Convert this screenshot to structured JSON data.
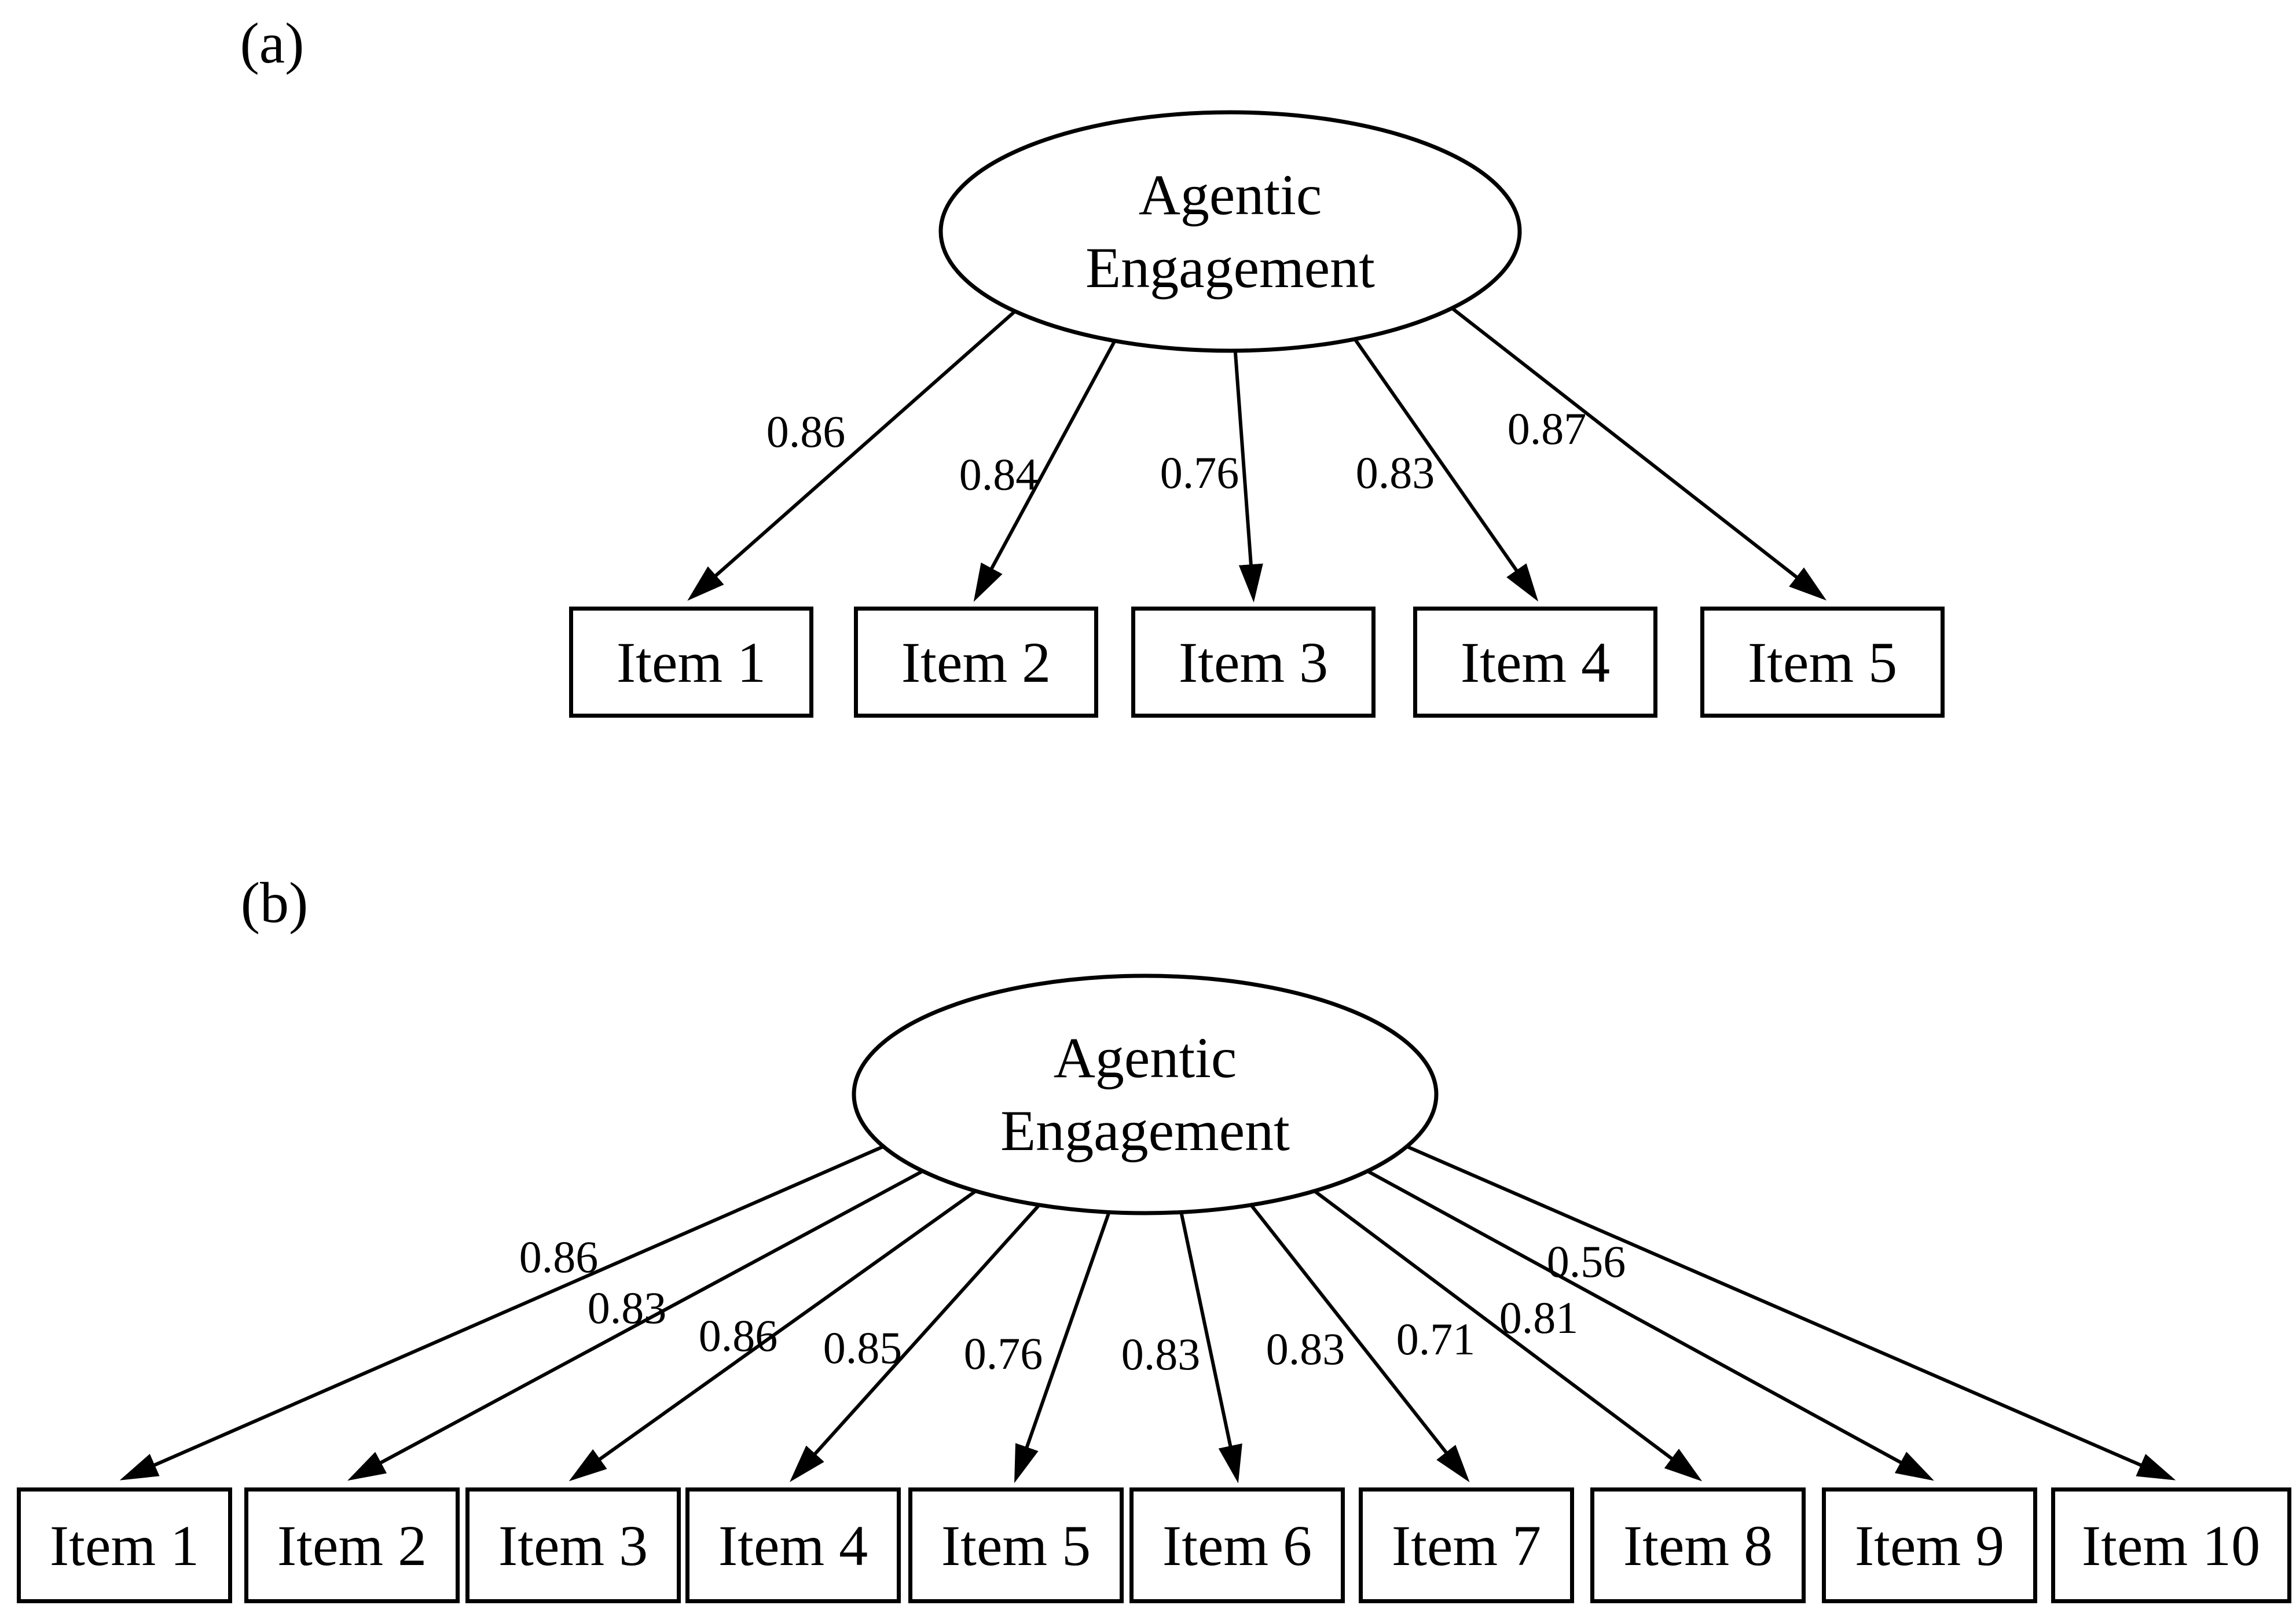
{
  "figure": {
    "colors": {
      "ink": "#000000",
      "background": "#ffffff"
    },
    "panels": [
      {
        "label": "(a)",
        "latent_line1": "Agentic",
        "latent_line2": "Engagement",
        "items": [
          {
            "name": "Item 1",
            "loading": "0.86"
          },
          {
            "name": "Item 2",
            "loading": "0.84"
          },
          {
            "name": "Item 3",
            "loading": "0.76"
          },
          {
            "name": "Item 4",
            "loading": "0.83"
          },
          {
            "name": "Item 5",
            "loading": "0.87"
          }
        ]
      },
      {
        "label": "(b)",
        "latent_line1": "Agentic",
        "latent_line2": "Engagement",
        "items": [
          {
            "name": "Item 1",
            "loading": "0.86"
          },
          {
            "name": "Item 2",
            "loading": "0.83"
          },
          {
            "name": "Item 3",
            "loading": "0.86"
          },
          {
            "name": "Item 4",
            "loading": "0.85"
          },
          {
            "name": "Item 5",
            "loading": "0.76"
          },
          {
            "name": "Item 6",
            "loading": "0.83"
          },
          {
            "name": "Item 7",
            "loading": "0.83"
          },
          {
            "name": "Item 8",
            "loading": "0.71"
          },
          {
            "name": "Item 9",
            "loading": "0.81"
          },
          {
            "name": "Item 10",
            "loading": "0.56"
          }
        ]
      }
    ]
  }
}
